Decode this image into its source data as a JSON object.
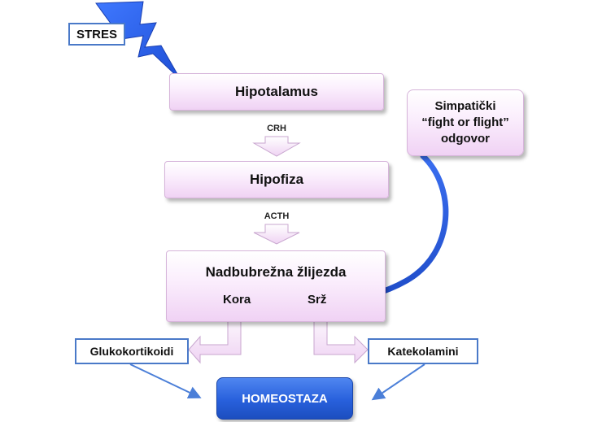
{
  "diagram": {
    "stres": "STRES",
    "hipotalamus": "Hipotalamus",
    "crh": "CRH",
    "hipofiza": "Hipofiza",
    "acth": "ACTH",
    "nadbubrezna": "Nadbubrežna žlijezda",
    "kora": "Kora",
    "srz": "Srž",
    "simpaticki": {
      "line1": "Simpatički",
      "line2": "“fight or flight”",
      "line3": "odgovor"
    },
    "glukokortikoidi": "Glukokortikoidi",
    "katekolamini": "Katekolamini",
    "homeostaza": "HOMEOSTAZA"
  },
  "colors": {
    "accent_blue": "#2860dc",
    "box_pink": "#f0d2f4",
    "outline_blue": "#4a79c8"
  }
}
